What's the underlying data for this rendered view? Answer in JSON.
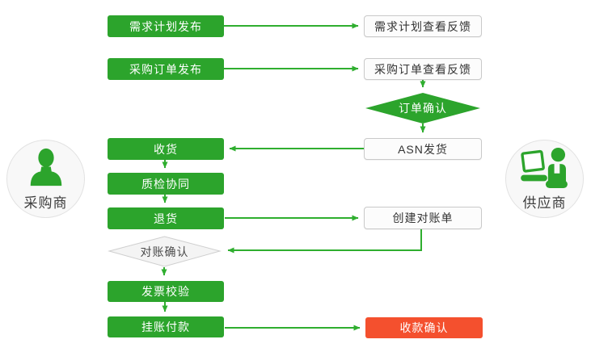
{
  "colors": {
    "process_green": "#2CA42C",
    "arrow_green": "#2FAE2F",
    "terminal_red": "#F4502E",
    "white_box_bg": "#FCFCFC",
    "white_box_border": "#C9C9C9",
    "gray_diamond_bg": "#F4F4F4",
    "gray_diamond_border": "#CFCFCF",
    "dark_text": "#333333"
  },
  "actors": {
    "buyer": {
      "label": "采购商",
      "icon": "person-icon"
    },
    "supplier": {
      "label": "供应商",
      "icon": "person-laptop-icon"
    }
  },
  "nodes": {
    "demand_plan_publish": {
      "label": "需求计划发布",
      "type": "process-green"
    },
    "demand_plan_feedback": {
      "label": "需求计划查看反馈",
      "type": "process-white"
    },
    "po_publish": {
      "label": "采购订单发布",
      "type": "process-green"
    },
    "po_feedback": {
      "label": "采购订单查看反馈",
      "type": "process-white"
    },
    "order_confirm": {
      "label": "订单确认",
      "type": "decision-green"
    },
    "asn_ship": {
      "label": "ASN发货",
      "type": "process-white"
    },
    "receive": {
      "label": "收货",
      "type": "process-green"
    },
    "quality_check": {
      "label": "质检协同",
      "type": "process-green"
    },
    "return_goods": {
      "label": "退货",
      "type": "process-green"
    },
    "create_statement": {
      "label": "创建对账单",
      "type": "process-white"
    },
    "statement_confirm": {
      "label": "对账确认",
      "type": "decision-gray"
    },
    "invoice_verify": {
      "label": "发票校验",
      "type": "process-green"
    },
    "payment": {
      "label": "挂账付款",
      "type": "process-green"
    },
    "receipt_confirm": {
      "label": "收款确认",
      "type": "process-red"
    }
  }
}
